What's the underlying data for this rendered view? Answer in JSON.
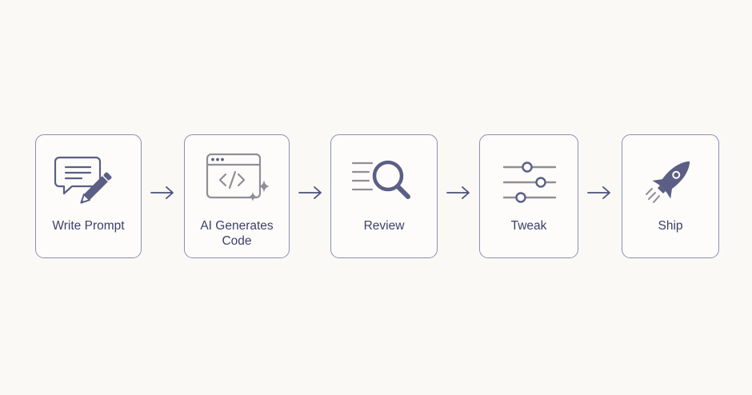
{
  "steps": [
    {
      "label": "Write Prompt",
      "icon": "speech-bubble-pencil-icon"
    },
    {
      "label": "AI Generates Code",
      "icon": "code-window-sparkle-icon"
    },
    {
      "label": "Review",
      "icon": "magnifier-lines-icon"
    },
    {
      "label": "Tweak",
      "icon": "sliders-icon"
    },
    {
      "label": "Ship",
      "icon": "rocket-icon"
    }
  ],
  "colors": {
    "background": "#fbf9f6",
    "border": "#8a8fb4",
    "icon_dark": "#5b5f85",
    "icon_gray": "#8f8f96",
    "text": "#3c4068"
  }
}
